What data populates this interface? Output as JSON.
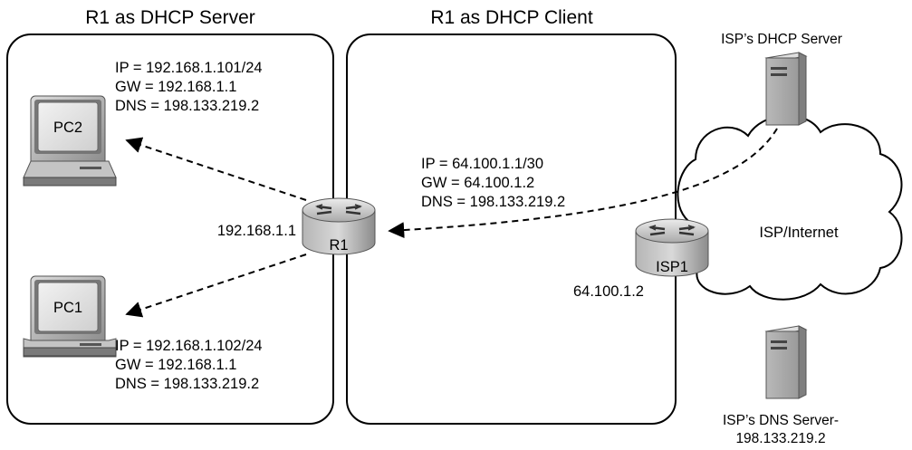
{
  "panels": {
    "server_title": "R1 as DHCP Server",
    "client_title": "R1 as DHCP Client"
  },
  "pc2": {
    "label": "PC2",
    "ip": "IP = 192.168.1.101/24",
    "gw": "GW = 192.168.1.1",
    "dns": "DNS = 198.133.219.2"
  },
  "pc1": {
    "label": "PC1",
    "ip": "IP = 192.168.1.102/24",
    "gw": "GW = 192.168.1.1",
    "dns": "DNS = 198.133.219.2"
  },
  "r1": {
    "label": "R1",
    "address": "192.168.1.1"
  },
  "client_lease": {
    "ip": "IP = 64.100.1.1/30",
    "gw": "GW = 64.100.1.2",
    "dns": "DNS = 198.133.219.2"
  },
  "isp1": {
    "label": "ISP1",
    "address": "64.100.1.2"
  },
  "cloud": {
    "label": "ISP/Internet"
  },
  "dhcp_server": {
    "label": "ISP’s DHCP Server"
  },
  "dns_server": {
    "label_line1": "ISP’s DNS Server-",
    "label_line2": "198.133.219.2"
  }
}
